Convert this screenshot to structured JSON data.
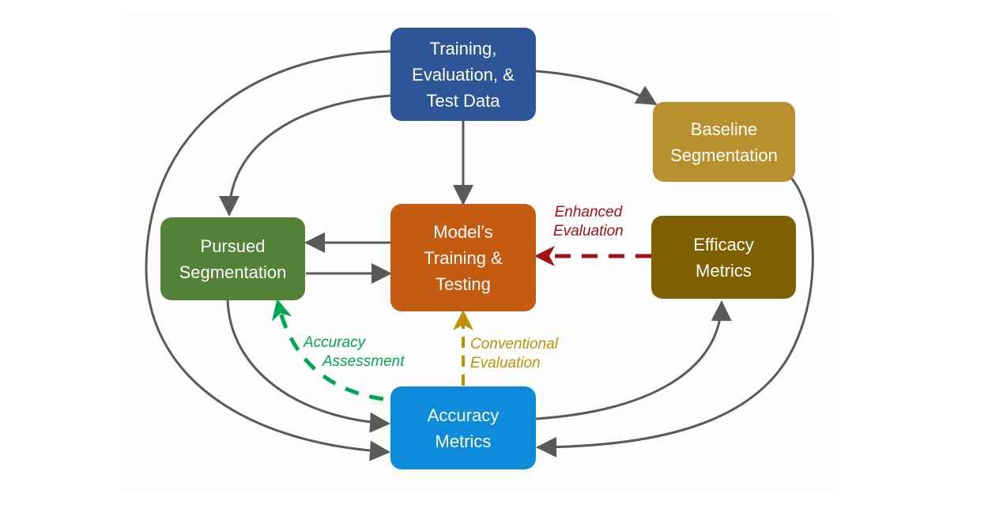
{
  "diagram": {
    "nodes": {
      "data": {
        "lines": [
          "Training,",
          "Evaluation, &",
          "Test Data"
        ],
        "color": "#2E5597"
      },
      "baseline": {
        "lines": [
          "Baseline",
          "Segmentation"
        ],
        "color": "#B8912E"
      },
      "model": {
        "lines": [
          "Model’s",
          "Training &",
          "Testing"
        ],
        "color": "#C55A11"
      },
      "pursued": {
        "lines": [
          "Pursued",
          "Segmentation"
        ],
        "color": "#538135"
      },
      "efficacy": {
        "lines": [
          "Efficacy",
          "Metrics"
        ],
        "color": "#7F6000"
      },
      "accuracy": {
        "lines": [
          "Accuracy",
          "Metrics"
        ],
        "color": "#0E8ADB"
      }
    },
    "edge_labels": {
      "enhanced": {
        "lines": [
          "Enhanced",
          "Evaluation"
        ],
        "color": "#A50F15"
      },
      "conventional": {
        "lines": [
          "Conventional",
          "Evaluation"
        ],
        "color": "#BF9000"
      },
      "assessment": {
        "lines": [
          "Accuracy",
          "Assessment"
        ],
        "color": "#00A651"
      }
    },
    "edges": [
      {
        "from": "data",
        "to": "model",
        "style": "solid"
      },
      {
        "from": "data",
        "to": "baseline",
        "style": "solid"
      },
      {
        "from": "data",
        "to": "pursued",
        "style": "solid"
      },
      {
        "from": "data",
        "to": "accuracy",
        "style": "solid"
      },
      {
        "from": "model",
        "to": "pursued",
        "style": "solid"
      },
      {
        "from": "pursued",
        "to": "model",
        "style": "solid"
      },
      {
        "from": "pursued",
        "to": "accuracy",
        "style": "solid"
      },
      {
        "from": "baseline",
        "to": "accuracy",
        "style": "solid"
      },
      {
        "from": "accuracy",
        "to": "efficacy",
        "style": "solid"
      },
      {
        "from": "efficacy",
        "to": "model",
        "style": "dashed",
        "label": "enhanced"
      },
      {
        "from": "accuracy",
        "to": "model",
        "style": "dashed",
        "label": "conventional"
      },
      {
        "from": "accuracy",
        "to": "pursued",
        "style": "dashed",
        "label": "assessment"
      }
    ],
    "colors": {
      "arrow": "#595959"
    }
  }
}
